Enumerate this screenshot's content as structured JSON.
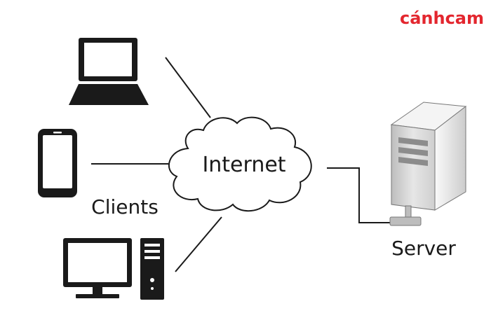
{
  "brand": {
    "text": "cánhcam",
    "color": "#e3262e"
  },
  "labels": {
    "internet": "Internet",
    "clients": "Clients",
    "server": "Server"
  },
  "icons": {
    "laptop": "laptop-icon",
    "phone": "smartphone-icon",
    "desktop": "desktop-computer-icon",
    "tower": "pc-tower-icon",
    "cloud": "cloud-icon",
    "server": "server-icon"
  },
  "colors": {
    "ink": "#1a1a1a",
    "server_light": "#f2f2f2",
    "server_mid": "#d6d6d6",
    "server_dark": "#9a9a9a"
  }
}
